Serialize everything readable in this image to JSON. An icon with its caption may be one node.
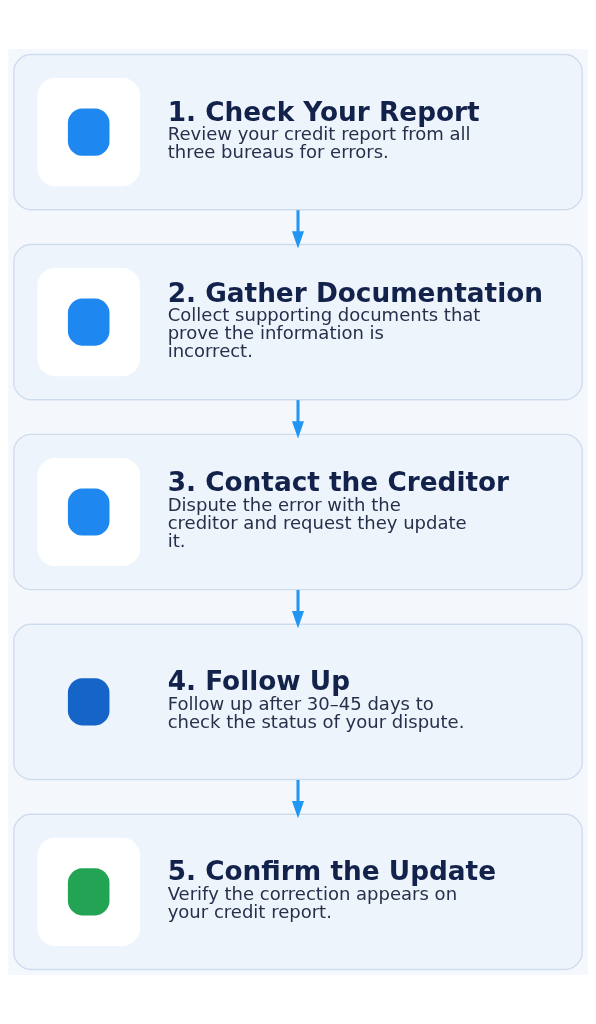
{
  "diagram": {
    "nodes": [
      {
        "text": [
          "1. Check Your Report",
          "Review your credit report from all three bureaus for errors."
        ]
      },
      {
        "text": [
          "2. Gather Documentation",
          "Collect supporting documents that prove the information is incorrect."
        ]
      },
      {
        "text": [
          "3. Contact the Creditor",
          "Dispute the error with the creditor and request they update it."
        ]
      },
      {
        "text": [
          "4. Follow Up",
          "Follow up after 30–45 days to check the status of your dispute."
        ]
      },
      {
        "text": [
          "5. Confirm the Update",
          "Verify the correction appears on your credit report."
        ]
      }
    ],
    "edges": [
      {
        "from": 0,
        "to": 1,
        "arrow": "to"
      },
      {
        "from": 1,
        "to": 2,
        "arrow": "to"
      },
      {
        "from": 2,
        "to": 3,
        "arrow": "to"
      },
      {
        "from": 3,
        "to": 4,
        "arrow": "to"
      }
    ]
  }
}
